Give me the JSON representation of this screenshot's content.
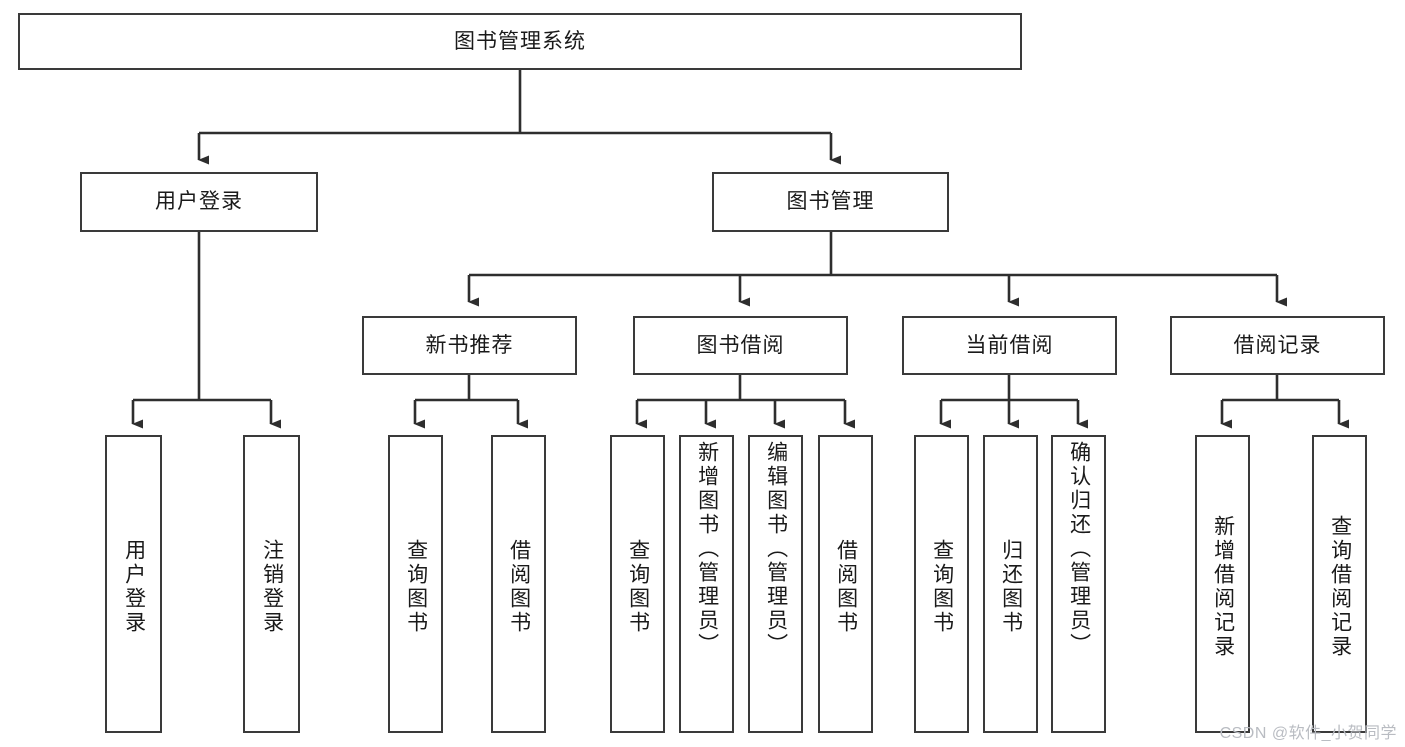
{
  "diagram": {
    "title": "图书管理系统",
    "type": "hierarchy-tree",
    "orientation": "top-down",
    "colors": {
      "box_border": "#3a3a3a",
      "box_fill": "#ffffff",
      "connector": "#2e2e2e",
      "text": "#1a1a1a",
      "watermark": "#b9bcc2",
      "background": "#ffffff"
    },
    "levels": [
      {
        "level": 1,
        "nodes": [
          {
            "id": "root",
            "label": "图书管理系统",
            "orientation": "horizontal"
          }
        ]
      },
      {
        "level": 2,
        "nodes": [
          {
            "id": "login",
            "label": "用户登录",
            "orientation": "horizontal",
            "parent": "root"
          },
          {
            "id": "bookmgmt",
            "label": "图书管理",
            "orientation": "horizontal",
            "parent": "root"
          }
        ]
      },
      {
        "level": 3,
        "nodes": [
          {
            "id": "newbook",
            "label": "新书推荐",
            "orientation": "horizontal",
            "parent": "bookmgmt"
          },
          {
            "id": "borrow",
            "label": "图书借阅",
            "orientation": "horizontal",
            "parent": "bookmgmt"
          },
          {
            "id": "current",
            "label": "当前借阅",
            "orientation": "horizontal",
            "parent": "bookmgmt"
          },
          {
            "id": "records",
            "label": "借阅记录",
            "orientation": "horizontal",
            "parent": "bookmgmt"
          }
        ]
      },
      {
        "level": 4,
        "nodes": [
          {
            "id": "leaf1",
            "label": "用户登录",
            "orientation": "vertical",
            "parent": "login"
          },
          {
            "id": "leaf2",
            "label": "注销登录",
            "orientation": "vertical",
            "parent": "login"
          },
          {
            "id": "leaf3",
            "label": "查询图书",
            "orientation": "vertical",
            "parent": "newbook"
          },
          {
            "id": "leaf4",
            "label": "借阅图书",
            "orientation": "vertical",
            "parent": "newbook"
          },
          {
            "id": "leaf5",
            "label": "查询图书",
            "orientation": "vertical",
            "parent": "borrow"
          },
          {
            "id": "leaf6",
            "label": "新增图书（管理员）",
            "orientation": "vertical",
            "parent": "borrow"
          },
          {
            "id": "leaf7",
            "label": "编辑图书（管理员）",
            "orientation": "vertical",
            "parent": "borrow"
          },
          {
            "id": "leaf8",
            "label": "借阅图书",
            "orientation": "vertical",
            "parent": "borrow"
          },
          {
            "id": "leaf9",
            "label": "查询图书",
            "orientation": "vertical",
            "parent": "current"
          },
          {
            "id": "leaf10",
            "label": "归还图书",
            "orientation": "vertical",
            "parent": "current"
          },
          {
            "id": "leaf11",
            "label": "确认归还（管理员）",
            "orientation": "vertical",
            "parent": "current"
          },
          {
            "id": "leaf12",
            "label": "新增借阅记录",
            "orientation": "vertical",
            "parent": "records"
          },
          {
            "id": "leaf13",
            "label": "查询借阅记录",
            "orientation": "vertical",
            "parent": "records"
          }
        ]
      }
    ]
  },
  "watermark": {
    "text": "CSDN @软件_小贺同学"
  }
}
